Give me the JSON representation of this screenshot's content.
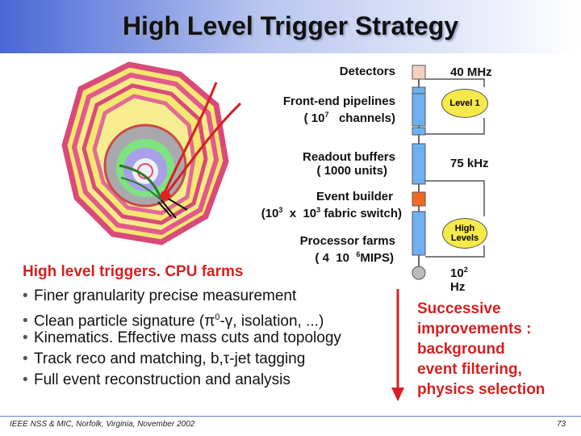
{
  "title": "High Level Trigger Strategy",
  "diagram": {
    "labels": {
      "detectors": "Detectors",
      "frontend_line1": "Front-end pipelines",
      "frontend_line2": "( 10",
      "frontend_exp": "7",
      "frontend_line2b": "channels)",
      "readout_line1": "Readout buffers",
      "readout_line2": "( 1000 units)",
      "builder_line1": "Event builder",
      "builder_a": "(10",
      "builder_exp1": "3",
      "builder_b": "x",
      "builder_c": "10",
      "builder_exp2": "3",
      "builder_d": "fabric switch)",
      "farms_line1": "Processor farms",
      "farms_a": "( 4",
      "farms_b": "10",
      "farms_exp": "6",
      "farms_c": "MIPS)"
    },
    "rates": {
      "rate1": "40 MHz",
      "rate2": "75 kHz",
      "rate3_base": "10",
      "rate3_exp": "2",
      "rate3_unit": "Hz"
    },
    "level1": "Level 1",
    "high_levels_line1": "High",
    "high_levels_line2": "Levels",
    "colors": {
      "red": "#d62020",
      "box_blue": "#6fb1f0",
      "box_pink": "#f5d0c0",
      "box_orange": "#f06a20",
      "level_yellow": "#f6e94a"
    }
  },
  "section_title": "High level triggers. CPU farms",
  "bullets": [
    "Finer granularity precise measurement",
    "Clean particle signature (π",
    "Kinematics. Effective mass cuts and topology",
    "Track reco and matching, b,τ-jet tagging",
    "Full event reconstruction and analysis"
  ],
  "bullet2_sup": "0",
  "bullet2_tail": "-γ, isolation, ...)",
  "improvements": [
    "Successive",
    "improvements :",
    "background",
    "event filtering,",
    "physics selection"
  ],
  "footer": {
    "left": "IEEE NSS & MIC, Norfolk, Virginia, November 2002",
    "page": "73"
  }
}
